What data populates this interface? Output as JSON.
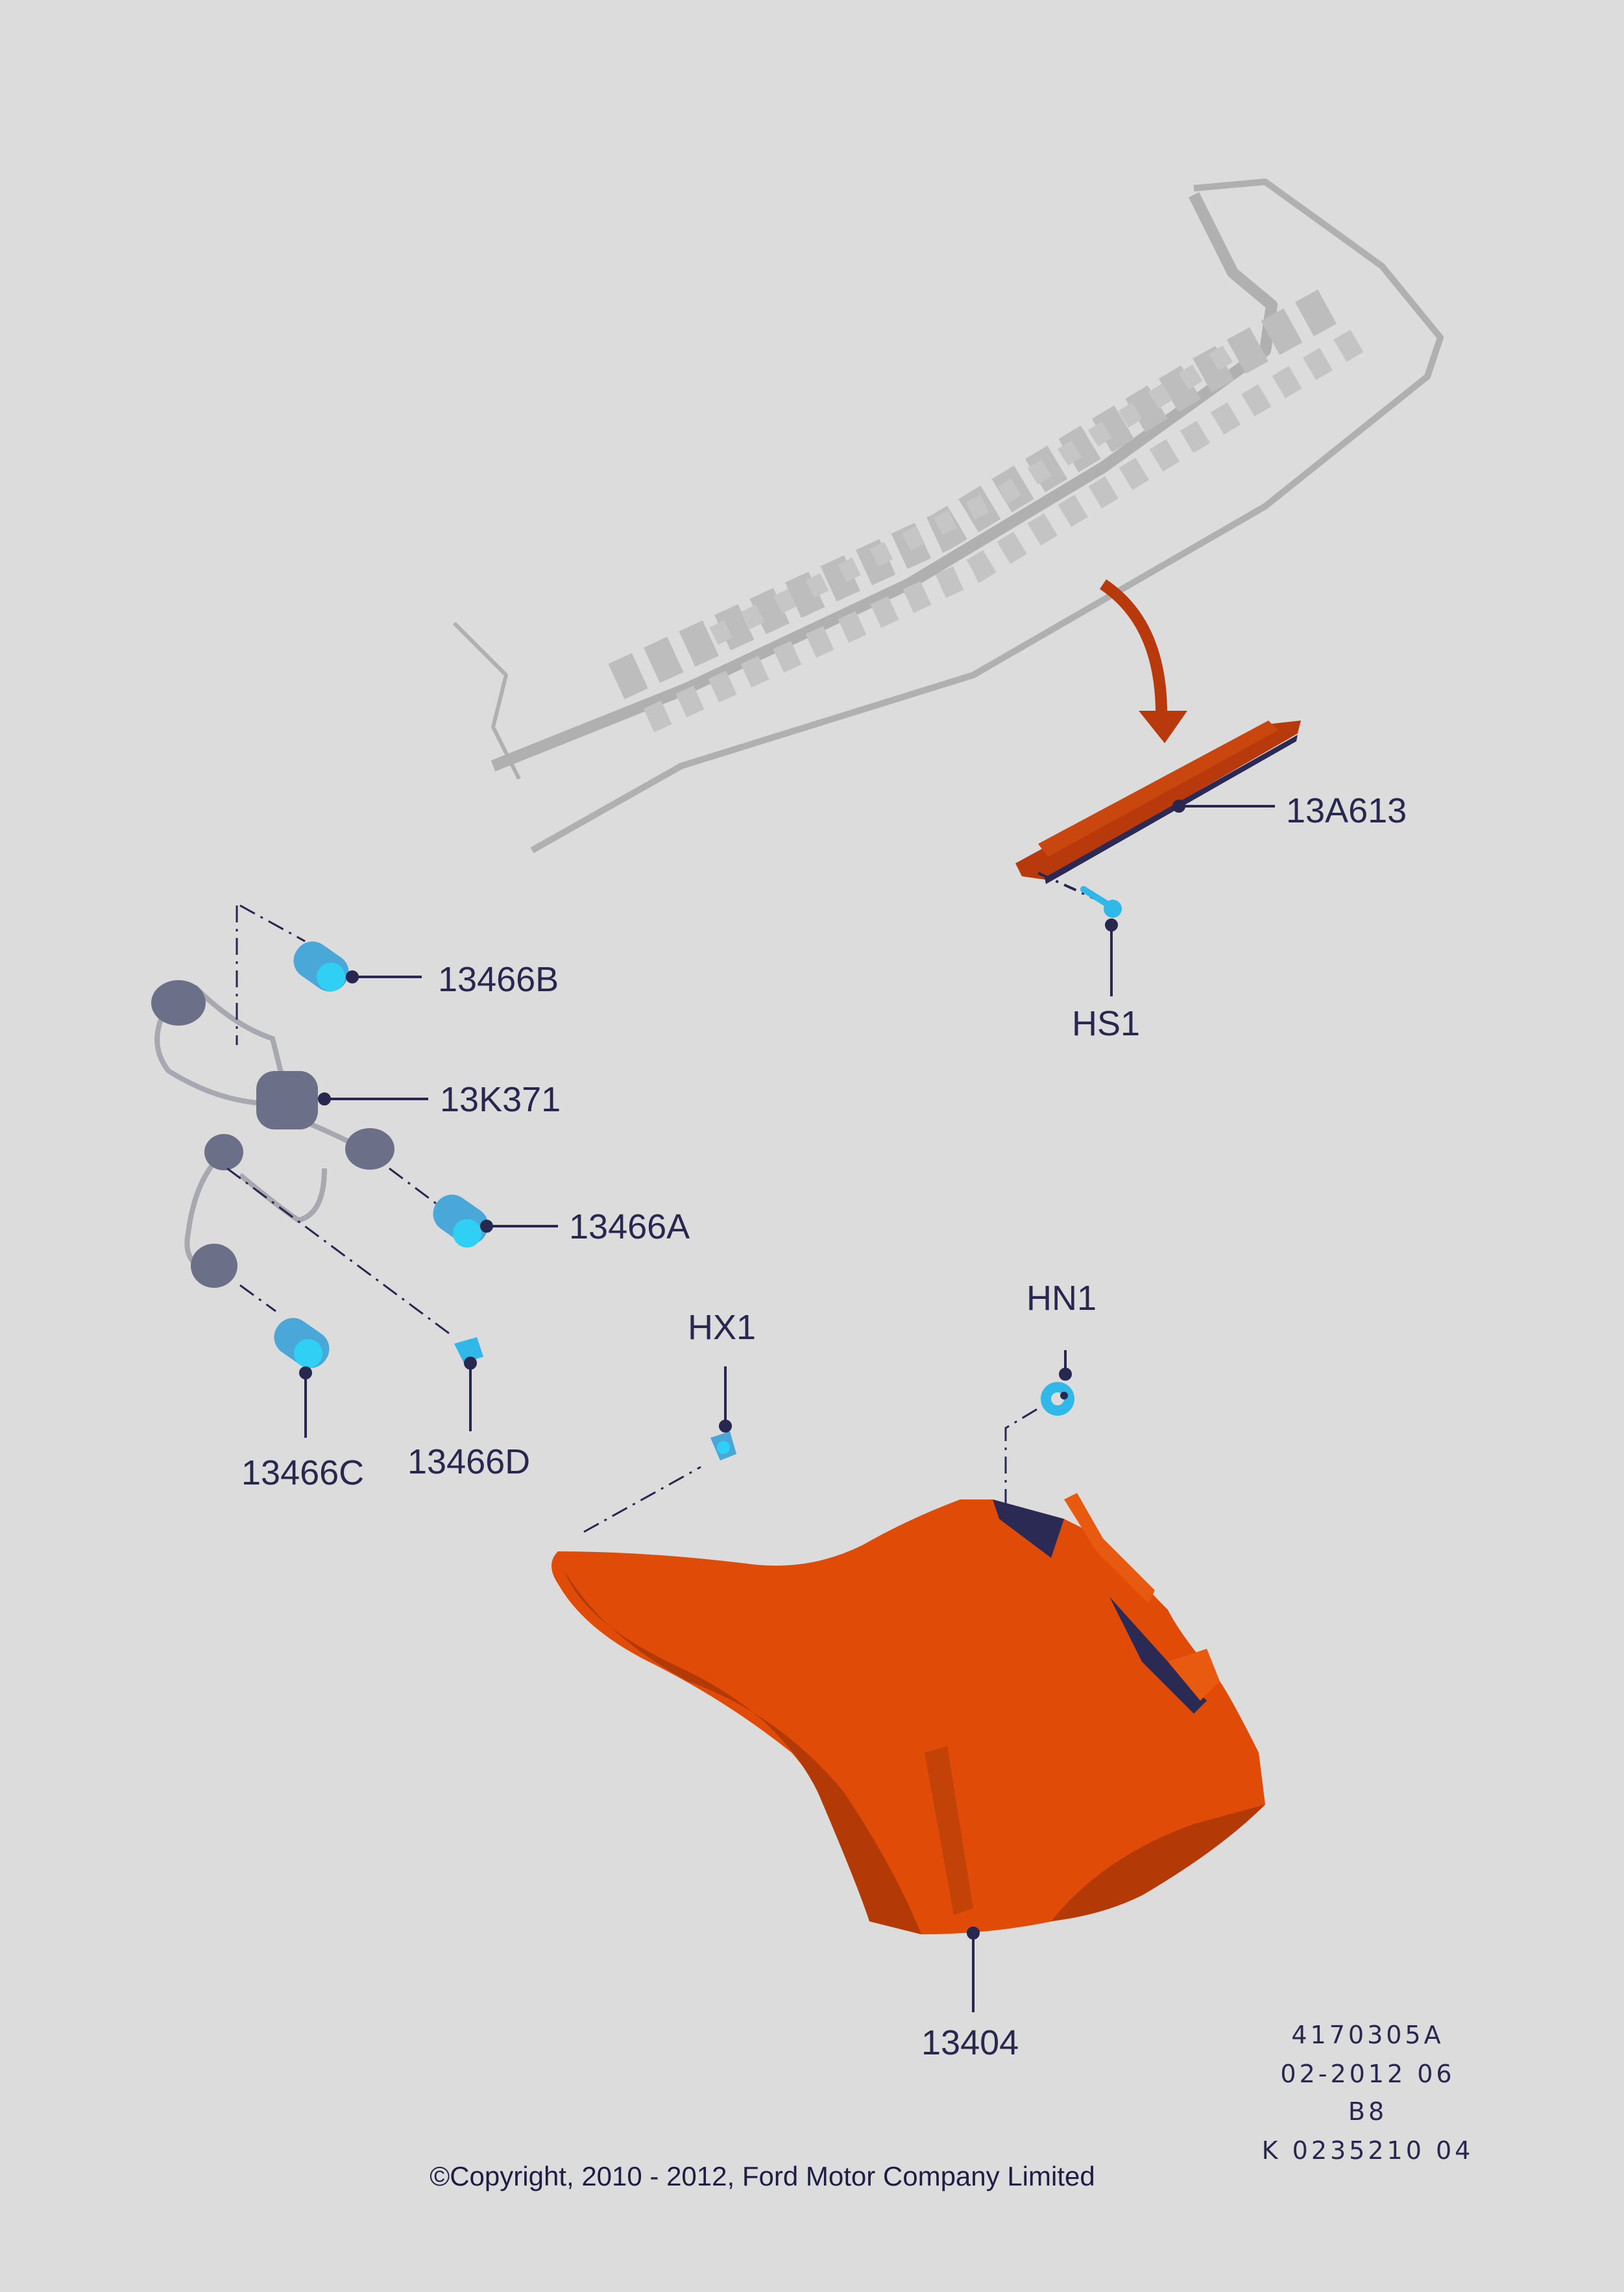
{
  "diagram": {
    "callouts": {
      "tail_lamp": "13404",
      "high_mount_lamp": "13A613",
      "screw_hs1": "HS1",
      "bulb_b": "13466B",
      "wiring_harness": "13K371",
      "bulb_a": "13466A",
      "bulb_c": "13466C",
      "bulb_d": "13466D",
      "fastener_hx1": "HX1",
      "nut_hn1": "HN1"
    },
    "reference": {
      "line1": "4170305A",
      "line2": "02-2012 06",
      "line3": "B8",
      "line4": "K 0235210 04"
    },
    "copyright": "©Copyright, 2010 - 2012, Ford Motor Company Limited"
  },
  "colors": {
    "background": "#dcdcdc",
    "tail_lamp": "#e04c08",
    "tail_lamp_shadow": "#b33a06",
    "high_mount_lamp": "#b83a0c",
    "fasteners": "#2fb8e8",
    "harness": "#6b7088",
    "tailgate_ghost": "#b0b0b0",
    "callout": "#27274f"
  }
}
